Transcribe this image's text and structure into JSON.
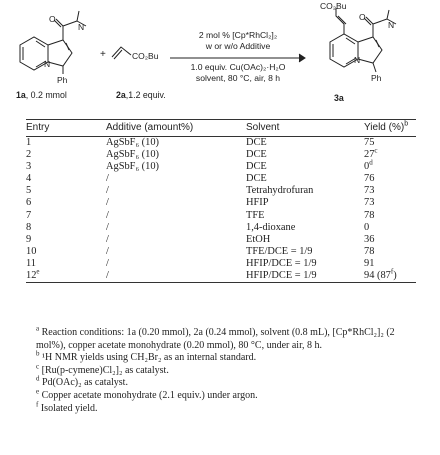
{
  "scheme": {
    "reactant1_label": "1a",
    "reactant1_amount": ", 0.2 mmol",
    "reactant2_label": "2a",
    "reactant2_amount": ",1.2 equiv.",
    "product_label": "3a",
    "plus_sign": "+",
    "reagent_co2bu": "CO₂Bu",
    "product_co2bu": "CO₂Bu",
    "ph_r1": "Ph",
    "ph_prod": "Ph",
    "n_r1": "N",
    "n_prod": "N",
    "amide_n_r1": "N",
    "amide_n_prod": "N",
    "amide_o_r1": "O",
    "amide_o_prod": "O",
    "cond_above_1": "2 mol % [Cp*RhCl₂]₂",
    "cond_above_2": "w or w/o Additive",
    "cond_below_1": "1.0 equiv. Cu(OAc)₂·H₂O",
    "cond_below_2": "solvent, 80 °C, air, 8 h"
  },
  "table": {
    "headers": [
      "Entry",
      "Additive (amount%)",
      "Solvent",
      "Yield (%)"
    ],
    "header_yield_sup": "b",
    "rows": [
      {
        "entry": "1",
        "entry_sup": "",
        "additive": "AgSbF₆ (10)",
        "solvent": "DCE",
        "yield": "75",
        "yield_sup": ""
      },
      {
        "entry": "2",
        "entry_sup": "",
        "additive": "AgSbF₆ (10)",
        "solvent": "DCE",
        "yield": "27",
        "yield_sup": "c"
      },
      {
        "entry": "3",
        "entry_sup": "",
        "additive": "AgSbF₆ (10)",
        "solvent": "DCE",
        "yield": "0",
        "yield_sup": "d"
      },
      {
        "entry": "4",
        "entry_sup": "",
        "additive": "/",
        "solvent": "DCE",
        "yield": "76",
        "yield_sup": ""
      },
      {
        "entry": "5",
        "entry_sup": "",
        "additive": "/",
        "solvent": "Tetrahydrofuran",
        "yield": "73",
        "yield_sup": ""
      },
      {
        "entry": "6",
        "entry_sup": "",
        "additive": "/",
        "solvent": "HFIP",
        "yield": "73",
        "yield_sup": ""
      },
      {
        "entry": "7",
        "entry_sup": "",
        "additive": "/",
        "solvent": "TFE",
        "yield": "78",
        "yield_sup": ""
      },
      {
        "entry": "8",
        "entry_sup": "",
        "additive": "/",
        "solvent": "1,4-dioxane",
        "yield": "0",
        "yield_sup": ""
      },
      {
        "entry": "9",
        "entry_sup": "",
        "additive": "/",
        "solvent": "EtOH",
        "yield": "36",
        "yield_sup": ""
      },
      {
        "entry": "10",
        "entry_sup": "",
        "additive": "/",
        "solvent": "TFE/DCE = 1/9",
        "yield": "78",
        "yield_sup": ""
      },
      {
        "entry": "11",
        "entry_sup": "",
        "additive": "/",
        "solvent": "HFIP/DCE = 1/9",
        "yield": "91",
        "yield_sup": ""
      },
      {
        "entry": "12",
        "entry_sup": "e",
        "additive": "/",
        "solvent": "HFIP/DCE = 1/9",
        "yield": "94 (87",
        "yield_sup": "f",
        "yield_tail": ")"
      }
    ]
  },
  "footnotes": [
    {
      "mark": "a",
      "text": "Reaction conditions: 1a (0.20 mmol), 2a (0.24 mmol), solvent (0.8 mL), [Cp*RhCl₂]₂ (2 mol%), copper acetate monohydrate (0.20 mmol), 80 °C, under air, 8 h."
    },
    {
      "mark": "b",
      "text": "¹H NMR yields using CH₂Br₂ as an internal standard."
    },
    {
      "mark": "c",
      "text": "[Ru(p-cymene)Cl₂]₂ as catalyst."
    },
    {
      "mark": "d",
      "text": "Pd(OAc)₂ as catalyst."
    },
    {
      "mark": "e",
      "text": "Copper acetate monohydrate (2.1 equiv.) under argon."
    },
    {
      "mark": "f",
      "text": "Isolated yield."
    }
  ]
}
